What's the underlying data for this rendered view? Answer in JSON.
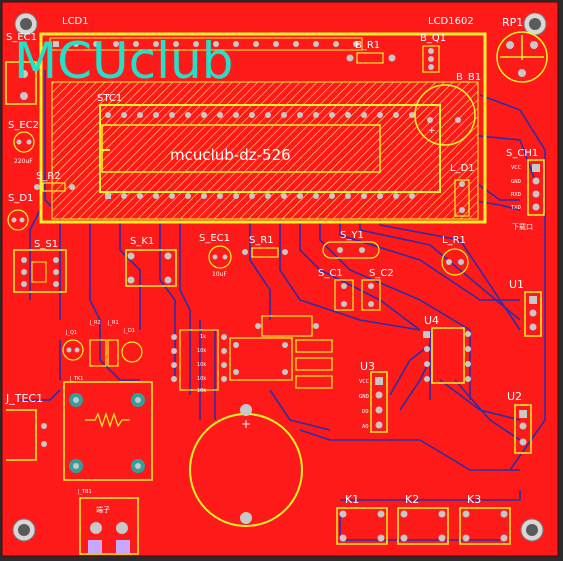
{
  "logo": "MCUclub",
  "board_text": "mcuclub-dz-526",
  "colors": {
    "board": "#ff1a1a",
    "silk": "#f7f229",
    "copper": "#2d2da8",
    "pad": "#c8c8c8",
    "logo": "#25e0c9",
    "text": "#ffffff"
  },
  "labels": {
    "lcd1": "LCD1",
    "lcd1602": "LCD1602",
    "rp1": "RP1",
    "s_ec1_top": "S_EC1",
    "b_r1": "B_R1",
    "b_q1": "B_Q1",
    "b_b1": "B_B1",
    "stc1": "STC1",
    "s_ec2": "S_EC2",
    "s_ec2_val": "220uF",
    "s_ch1": "S_CH1",
    "s_r2": "S_R2",
    "s_d1": "S_D1",
    "l_d1": "L_D1",
    "s_s1": "S_S1",
    "s_k1": "S_K1",
    "s_ec1": "S_EC1",
    "s_r1": "S_R1",
    "s_y1": "S_Y1",
    "l_r1": "L_R1",
    "s_c1": "S_C1",
    "s_c2": "S_C2",
    "u1": "U1",
    "u2": "U2",
    "u3": "U3",
    "u4": "U4",
    "j_tec1": "J_TEC1",
    "k1": "K1",
    "k2": "K2",
    "k3": "K3",
    "ec1_val": "10uF",
    "xiazai": "下载口",
    "ch_pins": [
      "VCC",
      "GND",
      "RXD",
      "TXD"
    ],
    "u3_pins": [
      "VCC",
      "GND",
      "DO",
      "AO"
    ],
    "small_left": [
      "J_Q1",
      "J_R2",
      "J_R1",
      "J_D1",
      "J_TK1"
    ],
    "res_vals": [
      "1k",
      "10k",
      "10k",
      "10k",
      "10k"
    ],
    "j_tb1": "J_TB1",
    "tb_text": "端子"
  }
}
